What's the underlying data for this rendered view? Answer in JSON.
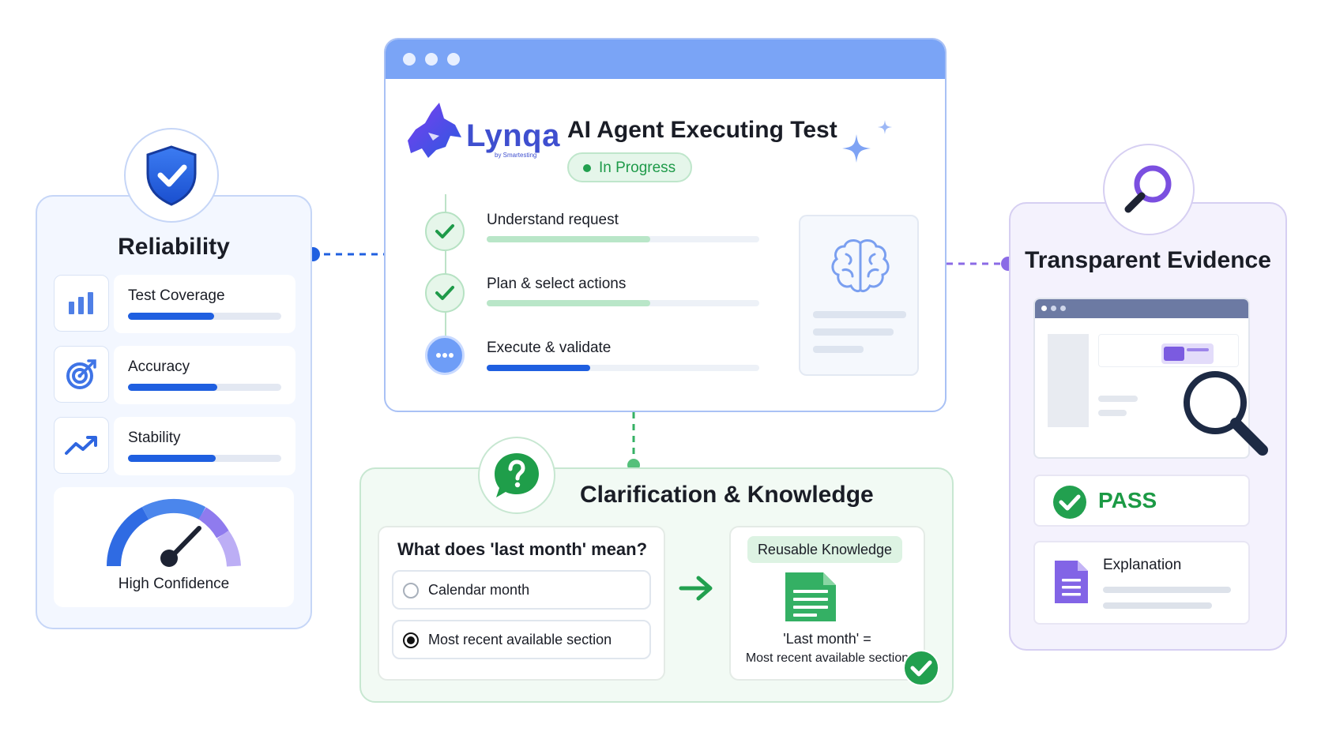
{
  "reliability": {
    "title": "Reliability",
    "metrics": [
      {
        "label": "Test Coverage",
        "progress": 0.56,
        "icon": "bar-chart-icon"
      },
      {
        "label": "Accuracy",
        "progress": 0.58,
        "icon": "target-icon"
      },
      {
        "label": "Stability",
        "progress": 0.57,
        "icon": "trend-up-icon"
      }
    ],
    "gauge_label": "High Confidence"
  },
  "main": {
    "brand": "Lynqa",
    "brand_sub": "by Smartesting",
    "title": "AI Agent Executing Test",
    "status": "In Progress",
    "steps": [
      {
        "label": "Understand request",
        "state": "done",
        "progress": 0.6
      },
      {
        "label": "Plan & select actions",
        "state": "done",
        "progress": 0.6
      },
      {
        "label": "Execute & validate",
        "state": "active",
        "progress": 0.38
      }
    ]
  },
  "clarification": {
    "title": "Clarification & Knowledge",
    "question": "What does 'last month' mean?",
    "options": [
      {
        "label": "Calendar month",
        "selected": false
      },
      {
        "label": "Most recent available section",
        "selected": true
      }
    ],
    "knowledge_title": "Reusable Knowledge",
    "knowledge_line1": "'Last month' =",
    "knowledge_line2": "Most recent available section"
  },
  "evidence": {
    "title": "Transparent Evidence",
    "result": "PASS",
    "explanation": "Explanation"
  },
  "colors": {
    "blue": "#1f5fe0",
    "green": "#22a04f",
    "purple": "#7b5be0",
    "window_bar": "#7aa4f6"
  }
}
